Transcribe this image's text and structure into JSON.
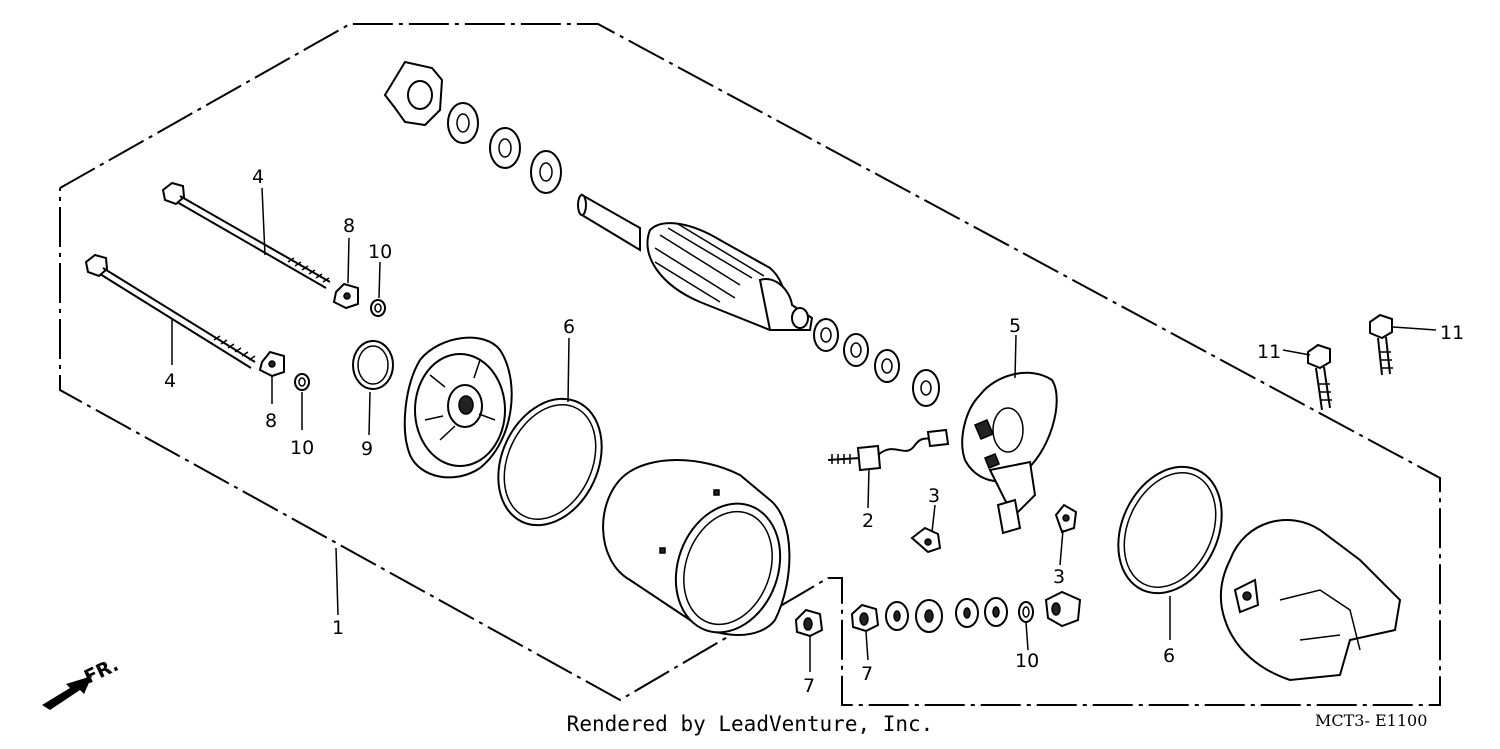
{
  "diagram": {
    "credit": "Rendered by LeadVenture, Inc.",
    "diagram_code": "MCT3- E1100",
    "direction_label": "FR.",
    "callouts": {
      "c1": "1",
      "c2": "2",
      "c3a": "3",
      "c3b": "3",
      "c4a": "4",
      "c4b": "4",
      "c5": "5",
      "c6a": "6",
      "c6b": "6",
      "c7a": "7",
      "c7b": "7",
      "c8a": "8",
      "c8b": "8",
      "c9": "9",
      "c10a": "10",
      "c10b": "10",
      "c10c": "10",
      "c11a": "11",
      "c11b": "11"
    }
  }
}
